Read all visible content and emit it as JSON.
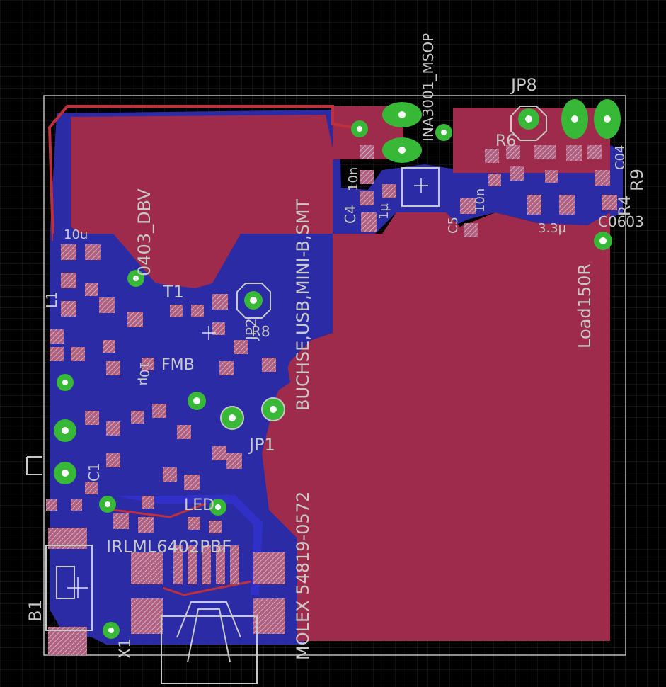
{
  "board": {
    "colors": {
      "background": "#000000",
      "grid": "#1e1e1e",
      "top_copper": "#9e2a4c",
      "bottom_copper": "#2a2aa0",
      "pad": "#b8a8b0",
      "via_ring": "#37b837",
      "silkscreen": "#c8c8c8",
      "outline": "#bdbdbd"
    },
    "labels": {
      "jp8": "JP8",
      "r6": "R6",
      "r9": "R9",
      "r4": "R4",
      "c04": "C04",
      "c0603": "C0603",
      "cap_3u3": "3.3µ",
      "load": "Load150R",
      "msop": "INA3001_MSOP",
      "c4": "C4",
      "c10n": "10n",
      "c1u_top": "1µ",
      "c5": "C5",
      "c10n_b": "10n",
      "usb": "BUCHSE,USB,MINI-B,SMT",
      "molex": "MOLEX 54819-0572",
      "dbv": "0403_DBV",
      "c10u": "10u",
      "l1": "L1",
      "t1": "T1",
      "fmb": "FMB",
      "jp1": "JP1",
      "jp2": "JP2",
      "r8": "R8",
      "c1": "C1",
      "irlml": "IRLML6402PBF",
      "led": "LED",
      "b1": "B1",
      "x1": "X1",
      "cu": "10µ"
    }
  }
}
